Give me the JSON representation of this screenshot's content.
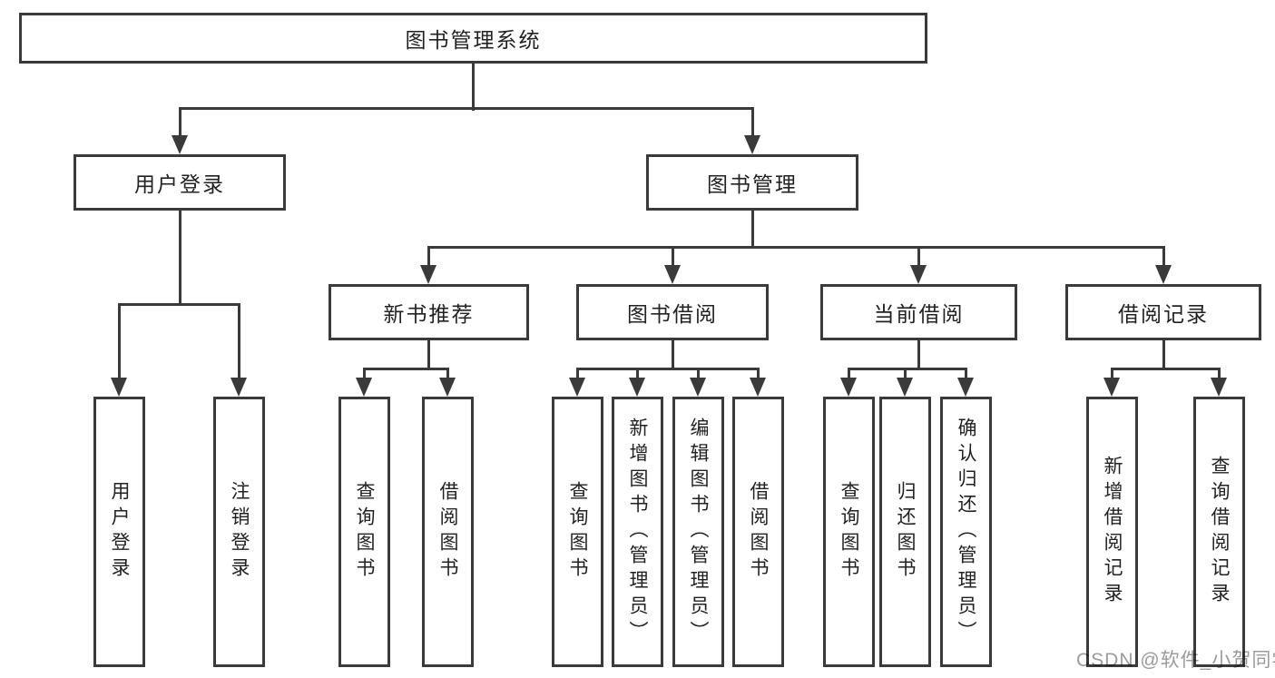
{
  "colors": {
    "line": "#3a3a3a",
    "box_background": "#ffffff",
    "text": "#222222",
    "watermark_gray": "#9b9b9b"
  },
  "diagram": {
    "type": "hierarchy-tree",
    "root": {
      "label": "图书管理系统",
      "children": [
        {
          "label": "用户登录",
          "children": [
            {
              "label": "用户登录"
            },
            {
              "label": "注销登录"
            }
          ]
        },
        {
          "label": "图书管理",
          "children": [
            {
              "label": "新书推荐",
              "children": [
                {
                  "label": "查询图书"
                },
                {
                  "label": "借阅图书"
                }
              ]
            },
            {
              "label": "图书借阅",
              "children": [
                {
                  "label": "查询图书"
                },
                {
                  "label": "新增图书（管理员）"
                },
                {
                  "label": "编辑图书（管理员）"
                },
                {
                  "label": "借阅图书"
                }
              ]
            },
            {
              "label": "当前借阅",
              "children": [
                {
                  "label": "查询图书"
                },
                {
                  "label": "归还图书"
                },
                {
                  "label": "确认归还（管理员）"
                }
              ]
            },
            {
              "label": "借阅记录",
              "children": [
                {
                  "label": "新增借阅记录"
                },
                {
                  "label": "查询借阅记录"
                }
              ]
            }
          ]
        }
      ]
    }
  },
  "watermark": {
    "text": "CSDN @软件_小贺同学"
  }
}
